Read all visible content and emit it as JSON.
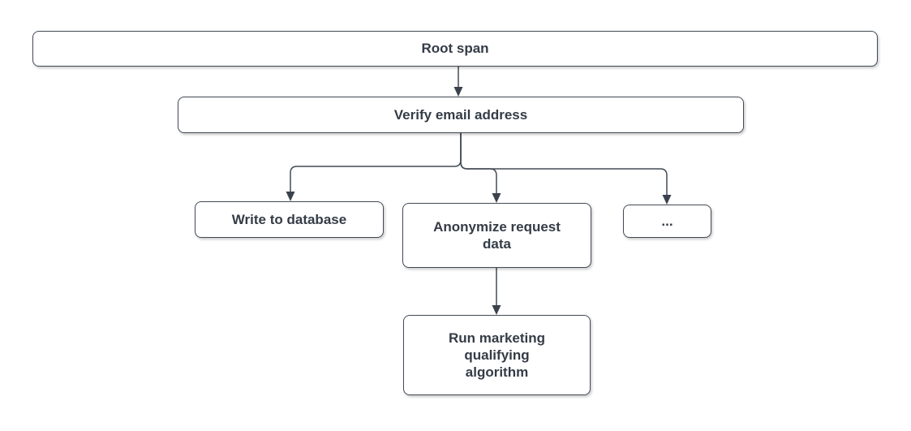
{
  "diagram": {
    "type": "flowchart-trace-spans",
    "background": "#ffffff",
    "colors": {
      "node_fill": "#ffffff",
      "node_border": "#434b56",
      "edge_stroke": "#434b56",
      "arrowhead_fill": "#3a424d",
      "text": "#343c47"
    },
    "nodes": {
      "root": {
        "label": "Root span"
      },
      "verify": {
        "label": "Verify email address"
      },
      "write_db": {
        "label": "Write to database"
      },
      "anonymize": {
        "label": "Anonymize request\ndata"
      },
      "ellipsis": {
        "label": "..."
      },
      "run_marketing": {
        "label": "Run marketing\nqualifying\nalgorithm"
      }
    },
    "edges": [
      {
        "from": "root",
        "to": "verify"
      },
      {
        "from": "verify",
        "to": "write_db"
      },
      {
        "from": "verify",
        "to": "anonymize"
      },
      {
        "from": "verify",
        "to": "ellipsis"
      },
      {
        "from": "anonymize",
        "to": "run_marketing"
      }
    ]
  }
}
